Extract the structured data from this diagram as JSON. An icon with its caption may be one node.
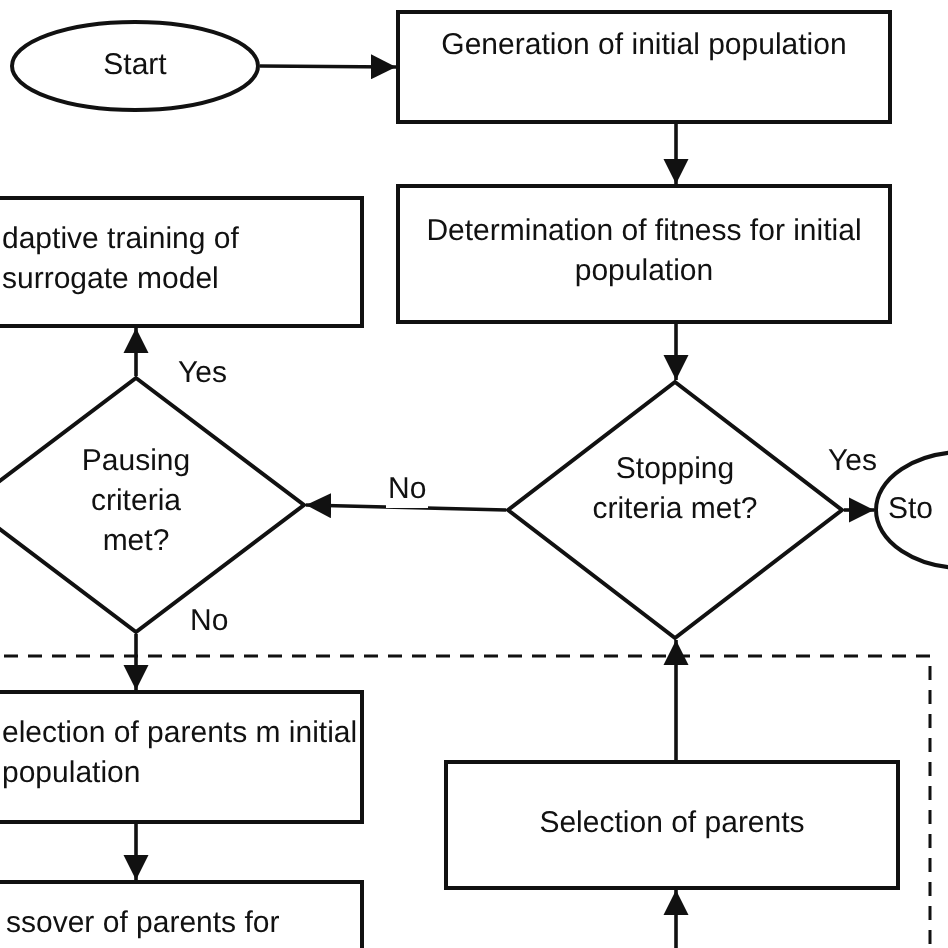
{
  "diagram": {
    "nodes": [
      {
        "text": [
          "Start"
        ]
      },
      {
        "text": [
          "Generation of initial population"
        ]
      },
      {
        "text": [
          "Determination of fitness for initial population"
        ]
      },
      {
        "text": [
          "daptive training of surrogate model"
        ]
      },
      {
        "text": [
          "Pausing criteria met?"
        ]
      },
      {
        "text": [
          "Stopping criteria met?"
        ]
      },
      {
        "text": [
          "Sto"
        ]
      },
      {
        "text": [
          "election of parents m initial population"
        ]
      },
      {
        "text": [
          "Selection of parents"
        ]
      },
      {
        "text": [
          "ssover of parents for"
        ]
      }
    ],
    "edges": [
      {
        "from": 0,
        "to": 1,
        "arrow": "to"
      },
      {
        "from": 1,
        "to": 2,
        "arrow": "to"
      },
      {
        "from": 2,
        "to": 5,
        "arrow": "to"
      },
      {
        "from": 5,
        "to": 6,
        "arrow": "to",
        "label": "Yes"
      },
      {
        "from": 5,
        "to": 4,
        "arrow": "to",
        "label": "No"
      },
      {
        "from": 4,
        "to": 3,
        "arrow": "to",
        "label": "Yes"
      },
      {
        "from": 4,
        "to": 7,
        "arrow": "to",
        "label": "No"
      },
      {
        "from": 7,
        "to": 9,
        "arrow": "to"
      },
      {
        "from": null,
        "to": 8,
        "arrow": "to"
      },
      {
        "from": 8,
        "to": 5,
        "arrow": "to"
      }
    ]
  }
}
